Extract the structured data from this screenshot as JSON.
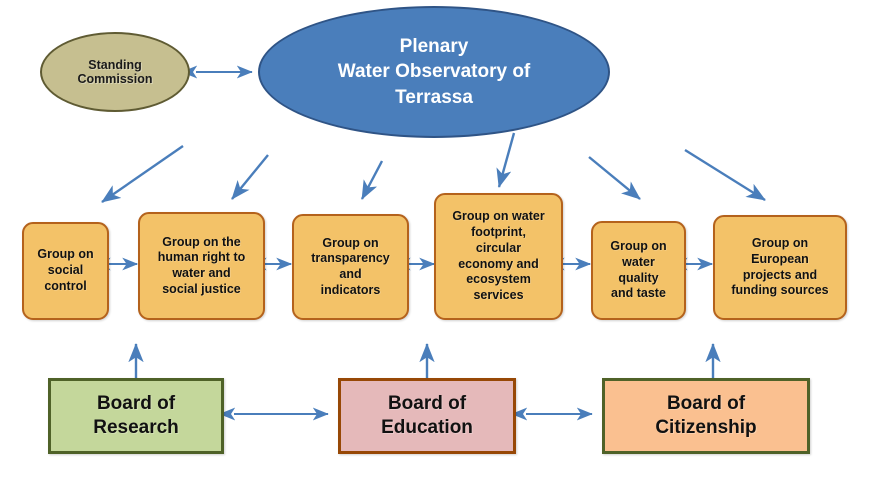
{
  "diagram": {
    "title": "Water Observatory of Terrassa organizational chart",
    "colors": {
      "arrow": "#4a7ebb",
      "plenary_fill": "#4a7ebb",
      "plenary_border": "#2f5486",
      "commission_fill": "#c6bf90",
      "commission_border": "#5f5b33",
      "group_fill": "#f3c268",
      "group_border": "#b4621c",
      "research_fill": "#c4d79b",
      "research_border": "#4f6228",
      "education_fill": "#e5b9ba",
      "education_border": "#974806",
      "citizenship_fill": "#fac090",
      "citizenship_border": "#4f6228",
      "background": "#ffffff"
    },
    "top": {
      "standing_commission": "Standing\nCommission",
      "plenary": "Plenary\nWater Observatory of\nTerrassa"
    },
    "groups": [
      {
        "label": "Group on\nsocial\ncontrol"
      },
      {
        "label": "Group on the\nhuman right to\nwater and\nsocial justice"
      },
      {
        "label": "Group on\ntransparency\nand\nindicators"
      },
      {
        "label": "Group on water\nfootprint,\ncircular\neconomy and\necosystem\nservices"
      },
      {
        "label": "Group on\nwater\nquality\nand taste"
      },
      {
        "label": "Group on\nEuropean\nprojects and\nfunding sources"
      }
    ],
    "boards": [
      {
        "label": "Board of\nResearch"
      },
      {
        "label": "Board of\nEducation"
      },
      {
        "label": "Board of\nCitizenship"
      }
    ]
  }
}
